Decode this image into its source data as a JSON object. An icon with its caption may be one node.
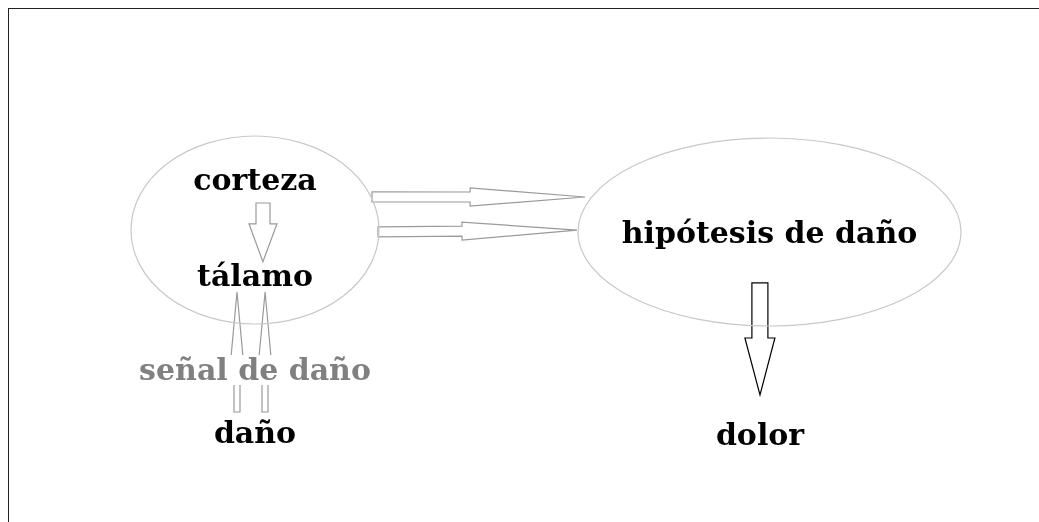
{
  "diagram": {
    "nodes": [
      {
        "text": [],
        "shape": "circle"
      },
      {
        "text": [
          "corteza"
        ],
        "in": 0
      },
      {
        "text": [
          "tálamo"
        ],
        "in": 0
      },
      {
        "text": [
          "hipótesis de daño"
        ]
      },
      {
        "text": [
          "daño"
        ]
      },
      {
        "text": [
          "dolor"
        ]
      }
    ],
    "edges": [
      {
        "from": 1,
        "to": 2,
        "arrow": "to"
      },
      {
        "from": 0,
        "to": 3,
        "arrow": "to"
      },
      {
        "from": 0,
        "to": 3,
        "arrow": "to"
      },
      {
        "from": 4,
        "to": 2,
        "arrow": "to",
        "label": "señal de daño"
      },
      {
        "from": 4,
        "to": 2,
        "arrow": "to"
      },
      {
        "from": 3,
        "to": 5,
        "arrow": "to",
        "color": "#000000"
      }
    ]
  }
}
